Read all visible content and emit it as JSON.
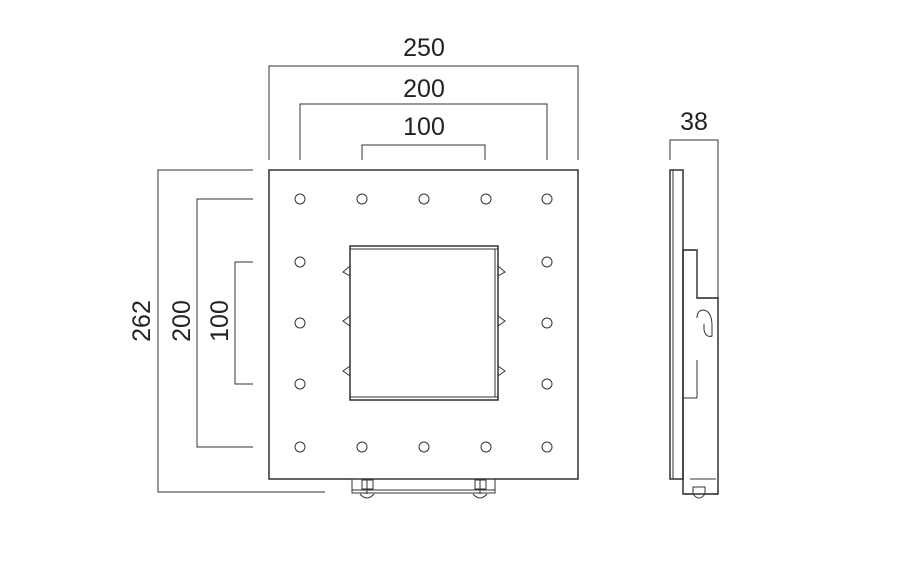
{
  "dimensions": {
    "width_overall": "250",
    "width_mid": "200",
    "width_inner": "100",
    "height_overall": "262",
    "height_mid": "200",
    "height_inner": "100",
    "depth": "38"
  },
  "colors": {
    "line": "#333333",
    "text": "#222222",
    "background": "#ffffff"
  }
}
